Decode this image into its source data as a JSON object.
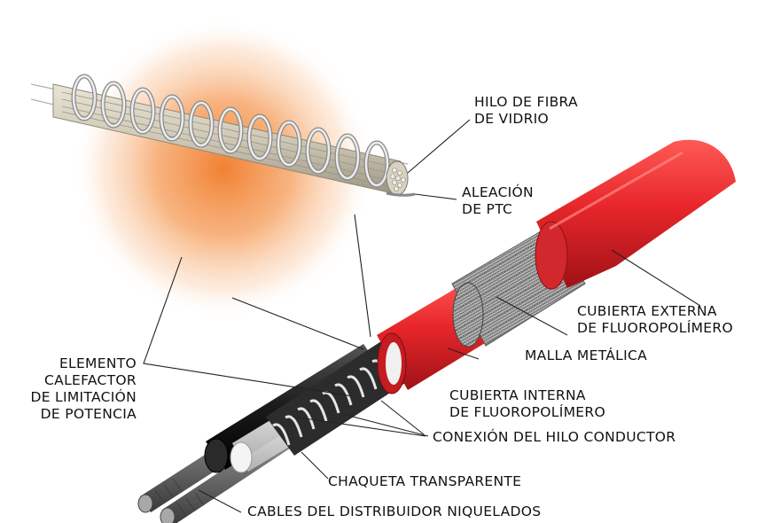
{
  "labels": {
    "glass_fiber": [
      "HILO DE FIBRA",
      "DE VIDRIO"
    ],
    "ptc_alloy": [
      "ALEACIÓN",
      "DE PTC"
    ],
    "outer_jacket": [
      "CUBIERTA EXTERNA",
      "DE FLUOROPOLÍMERO"
    ],
    "metal_braid": "MALLA METÁLICA",
    "inner_jacket": [
      "CUBIERTA INTERNA",
      "DE FLUOROPOLÍMERO"
    ],
    "heating_element": [
      "ELEMENTO",
      "CALEFACTOR",
      "DE LIMITACIÓN",
      "DE POTENCIA"
    ],
    "conductor_connection": "CONEXIÓN DEL HILO CONDUCTOR",
    "transparent_jacket": "CHAQUETA TRANSPARENTE",
    "bus_wires": "CABLES DEL DISTRIBUIDOR NIQUELADOS"
  },
  "colors": {
    "glow_center": "#f28a3c",
    "outer_jacket": "#e8262b",
    "outer_jacket_dark": "#b3161b",
    "braid": "#8c8c8c",
    "inner_jacket": "#e8262b",
    "spiral_wire": "#d8d8d8",
    "fiber_core": "#cfc8b6",
    "black_jacket": "#1a1a1a",
    "conductor": "#7a7a7a"
  }
}
